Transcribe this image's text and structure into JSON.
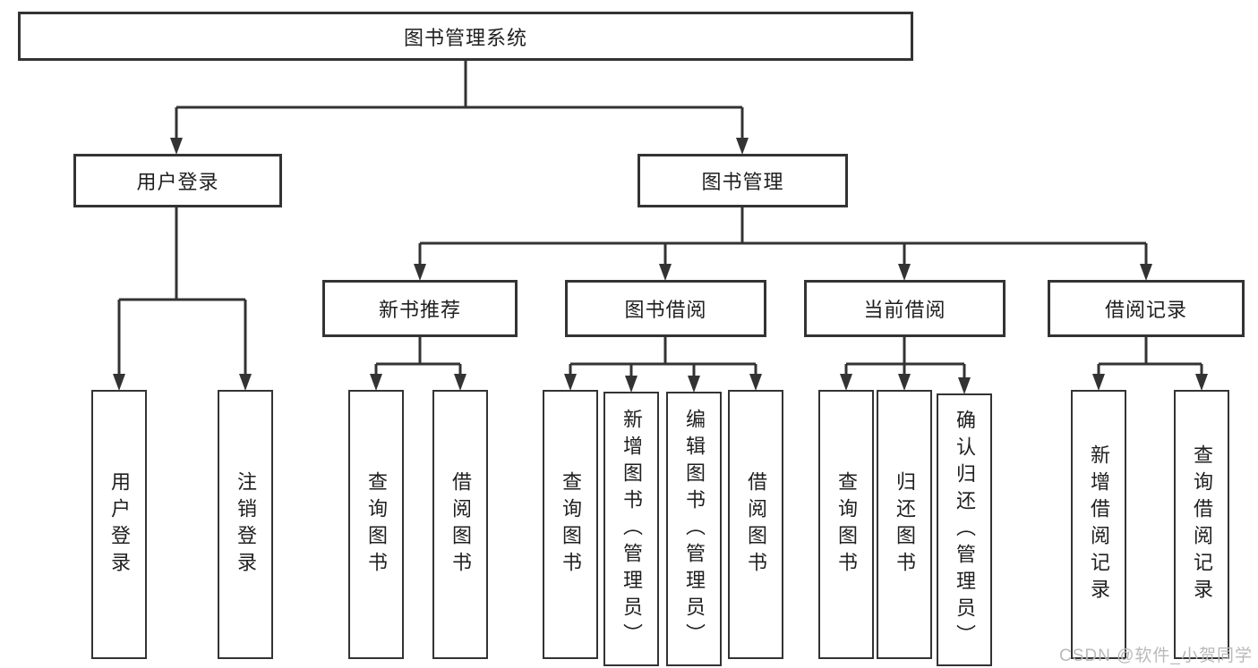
{
  "diagram": {
    "title": "图书管理系统",
    "watermark": "CSDN @软件_小贺同学",
    "nodes": {
      "root": "图书管理系统",
      "user_login": "用户登录",
      "book_mgmt": "图书管理",
      "new_book_rec": "新书推荐",
      "book_borrow": "图书借阅",
      "current_borrow": "当前借阅",
      "borrow_records": "借阅记录",
      "leaf_user_login": "用户登录",
      "leaf_logout": "注销登录",
      "leaf_nbr_query": "查询图书",
      "leaf_nbr_borrow": "借阅图书",
      "leaf_bb_query": "查询图书",
      "leaf_bb_add": "新增图书（管理员）",
      "leaf_bb_edit": "编辑图书（管理员）",
      "leaf_bb_borrow": "借阅图书",
      "leaf_cb_query": "查询图书",
      "leaf_cb_return": "归还图书",
      "leaf_cb_confirm": "确认归还（管理员）",
      "leaf_br_add": "新增借阅记录",
      "leaf_br_query": "查询借阅记录"
    },
    "line_color": "#333333",
    "background_color": "#ffffff"
  }
}
